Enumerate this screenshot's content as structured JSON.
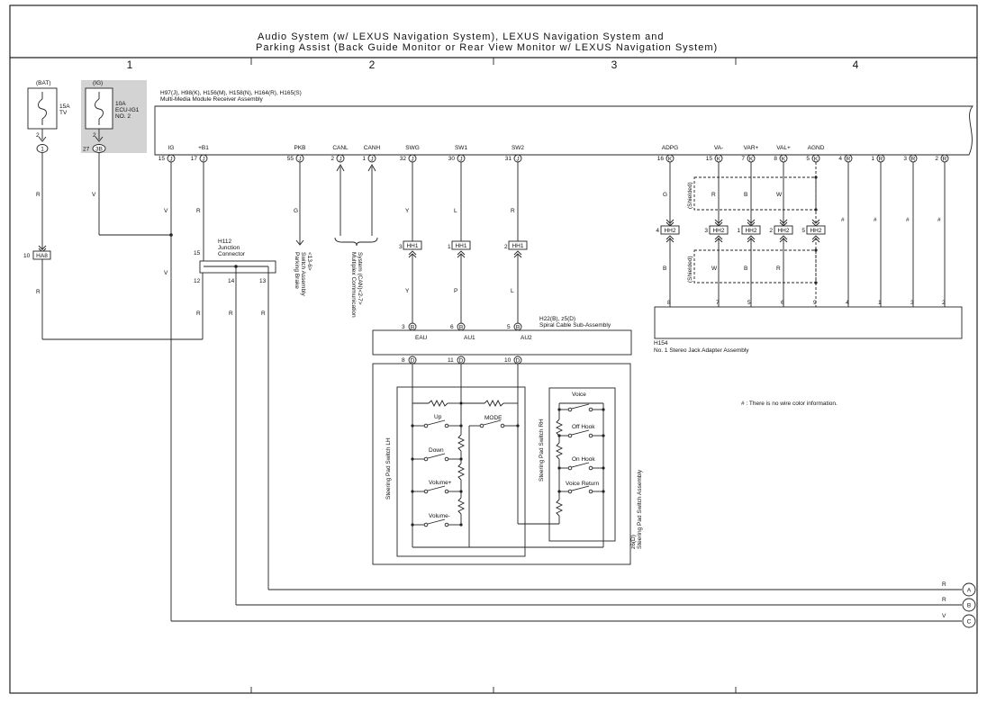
{
  "title": {
    "line1": "Audio System (w/ LEXUS Navigation System),  LEXUS Navigation System and",
    "line2": "Parking Assist (Back Guide Monitor or Rear View Monitor w/ LEXUS Navigation System)"
  },
  "columns": [
    "1",
    "2",
    "3",
    "4"
  ],
  "fuses": {
    "bat": {
      "tag": "(BAT)",
      "amp": "15A",
      "name": "TV",
      "pin": "2",
      "conn": "1"
    },
    "ig": {
      "tag": "(IG)",
      "amp": "10A",
      "name": "ECU-IG1",
      "name2": "NO. 2",
      "pin": "2",
      "pin2": "27",
      "conn": "3B"
    }
  },
  "receiver": {
    "codes": "H97(J), H98(K), H156(M), H158(N), H164(R), H165(S)",
    "name": "Multi-Media Module Receiver Assembly",
    "terminals": [
      {
        "sig": "IG",
        "pin": "15",
        "conn": "J"
      },
      {
        "sig": "+B1",
        "pin": "17",
        "conn": "J"
      },
      {
        "sig": "PKB",
        "pin": "55",
        "conn": "J"
      },
      {
        "sig": "CANL",
        "pin": "2",
        "conn": "J"
      },
      {
        "sig": "CANH",
        "pin": "1",
        "conn": "J"
      },
      {
        "sig": "SWG",
        "pin": "32",
        "conn": "J"
      },
      {
        "sig": "SW1",
        "pin": "30",
        "conn": "J"
      },
      {
        "sig": "SW2",
        "pin": "31",
        "conn": "J"
      },
      {
        "sig": "ADPG",
        "pin": "16",
        "conn": "K"
      },
      {
        "sig": "VA-",
        "pin": "15",
        "conn": "K"
      },
      {
        "sig": "VAR+",
        "pin": "7",
        "conn": "K"
      },
      {
        "sig": "VAL+",
        "pin": "8",
        "conn": "K"
      },
      {
        "sig": "AGND",
        "pin": "5",
        "conn": "K"
      },
      {
        "sig": "",
        "pin": "4",
        "conn": "R"
      },
      {
        "sig": "",
        "pin": "1",
        "conn": "R"
      },
      {
        "sig": "",
        "pin": "3",
        "conn": "R"
      },
      {
        "sig": "",
        "pin": "2",
        "conn": "R"
      }
    ]
  },
  "wire_colors": {
    "bat": "R",
    "ig_fuse": "V",
    "ig": "V",
    "b1": "R",
    "pkb": "G",
    "swg": "Y",
    "sw1": "L",
    "sw2": "R",
    "swg2": "Y",
    "sw12": "P",
    "sw22": "L",
    "bat2": "R",
    "jc14": "R",
    "jc13": "R",
    "ig2": "V",
    "adpg": "G",
    "vam": "R",
    "varp": "B",
    "valp": "W",
    "adpg2": "B",
    "vam2": "W",
    "varp2": "B",
    "valp2": "R",
    "hash": "#"
  },
  "connectors": {
    "ha8": {
      "pin": "10",
      "name": "HA8"
    },
    "hh1": [
      {
        "pin": "3",
        "name": "HH1"
      },
      {
        "pin": "1",
        "name": "HH1"
      },
      {
        "pin": "2",
        "name": "HH1"
      }
    ],
    "hh2": [
      {
        "pin": "4",
        "name": "HH2"
      },
      {
        "pin": "3",
        "name": "HH2"
      },
      {
        "pin": "1",
        "name": "HH2"
      },
      {
        "pin": "2",
        "name": "HH2"
      },
      {
        "pin": "5",
        "name": "HH2"
      }
    ]
  },
  "junction": {
    "code": "H112",
    "name": "Junction",
    "name2": "Connector",
    "pins": [
      "15",
      "12",
      "14",
      "13"
    ]
  },
  "parking": {
    "line1": "Parking Brake",
    "line2": "Switch Assembly",
    "line3": "<13-6>"
  },
  "multiplex": {
    "line1": "Multiplex Communication",
    "line2": "System (CAN)<2-7>"
  },
  "spiral": {
    "codes": "H22(B), z5(D)",
    "name": "Spiral Cable Sub-Assembly",
    "pins_top": [
      {
        "pin": "3",
        "conn": "B"
      },
      {
        "pin": "6",
        "conn": "B"
      },
      {
        "pin": "5",
        "conn": "B"
      }
    ],
    "sigs": [
      "EAU",
      "AU1",
      "AU2"
    ],
    "pins_bot": [
      {
        "pin": "8",
        "conn": "D"
      },
      {
        "pin": "11",
        "conn": "D"
      },
      {
        "pin": "10",
        "conn": "D"
      }
    ]
  },
  "steering": {
    "lh": "Steering Pad Switch LH",
    "rh": "Steering Pad Switch RH",
    "assembly_code": "z6(D)",
    "assembly": "Steering Pad Switch Assembly",
    "lh_switches": [
      "Up",
      "Down",
      "Volume+",
      "Volume-"
    ],
    "mode": "MODE",
    "rh_switches": [
      "Voice",
      "Off Hook",
      "On Hook",
      "Voice Return"
    ]
  },
  "jack": {
    "code": "H154",
    "name": "No. 1 Stereo Jack Adapter Assembly",
    "pins": [
      "8",
      "7",
      "5",
      "6",
      "9",
      "4",
      "1",
      "3",
      "2"
    ],
    "shielded": "(Shielded)"
  },
  "note": "# : There is no wire color information.",
  "outputs": [
    {
      "color": "R",
      "id": "A"
    },
    {
      "color": "R",
      "id": "B"
    },
    {
      "color": "V",
      "id": "C"
    }
  ]
}
